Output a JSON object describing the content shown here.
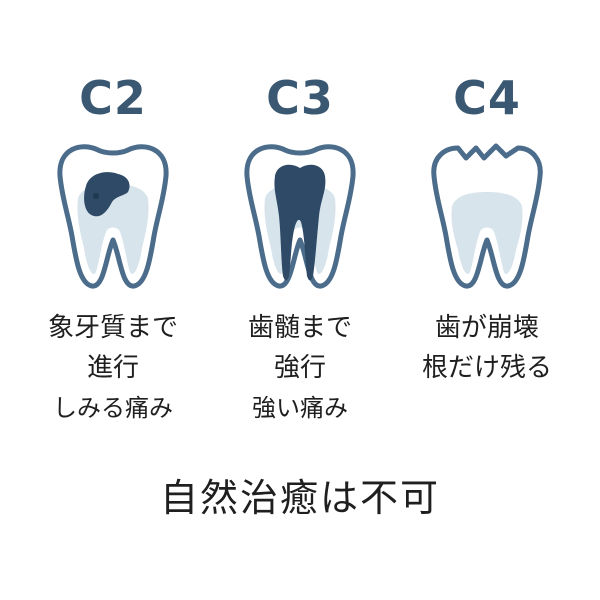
{
  "stages": [
    {
      "label": "C2",
      "description": [
        "象牙質まで",
        "進行",
        "しみる痛み"
      ],
      "icon": "tooth-dentin-caries-icon"
    },
    {
      "label": "C3",
      "description": [
        "歯髄まで",
        "強行",
        "強い痛み"
      ],
      "icon": "tooth-pulp-caries-icon"
    },
    {
      "label": "C4",
      "description": [
        "歯が崩壊",
        "根だけ残る"
      ],
      "icon": "tooth-crown-collapse-icon"
    }
  ],
  "conclusion": "自然治癒は不可",
  "colors": {
    "label": "#3b5873",
    "outline": "#4b6c8a",
    "decay": "#2f4a66",
    "inner": "#d7e4ec",
    "text": "#1f1f1f"
  }
}
